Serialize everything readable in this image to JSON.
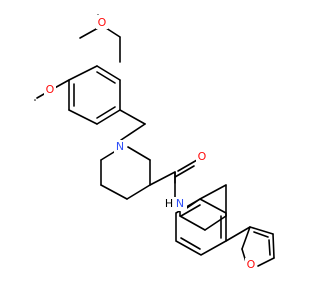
{
  "atoms": {
    "o_methoxy": "O",
    "o_methoxymethyl": "O",
    "n_piperidine": "N",
    "o_carbonyl": "O",
    "n_amide": "N",
    "h_amide": "H",
    "o_furan": "O"
  },
  "colors": {
    "bond": "#000000",
    "oxygen": "#ff0d0d",
    "nitrogen": "#3050f8"
  }
}
